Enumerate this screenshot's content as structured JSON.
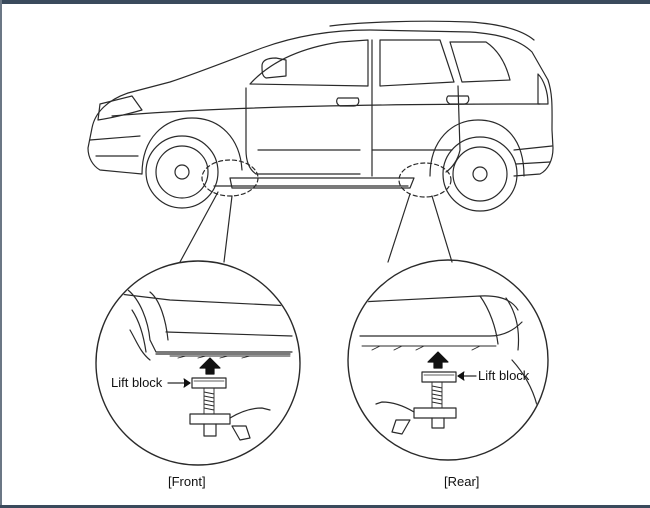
{
  "labels": {
    "lift_block_front": "Lift block",
    "lift_block_rear": "Lift block",
    "front_caption": "[Front]",
    "rear_caption": "[Rear]"
  },
  "colors": {
    "line": "#2a2a2a",
    "frame_rule": "#3a4a5c"
  }
}
